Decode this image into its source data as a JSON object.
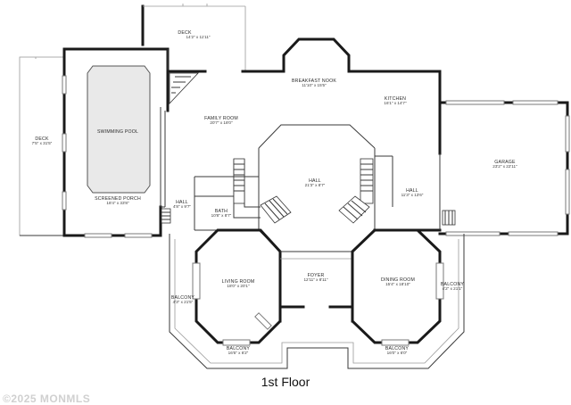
{
  "floor_title": "1st Floor",
  "watermark": "©2025 MONMLS",
  "rooms": [
    {
      "id": "deck-top",
      "name": "DECK",
      "dims": "14'2\" x 11'11\""
    },
    {
      "id": "breakfast-nook",
      "name": "BREAKFAST NOOK",
      "dims": "11'10\" x 15'5\""
    },
    {
      "id": "kitchen",
      "name": "KITCHEN",
      "dims": "16'1\" x 14'7\""
    },
    {
      "id": "family-room",
      "name": "FAMILY ROOM",
      "dims": "20'7\" x 18'0\""
    },
    {
      "id": "swimming-pool",
      "name": "SWIMMING POOL",
      "dims": ""
    },
    {
      "id": "deck-left",
      "name": "DECK",
      "dims": "7'5\" x 31'5\""
    },
    {
      "id": "screened-porch",
      "name": "SCREENED PORCH",
      "dims": "18'4\" x 33'8\""
    },
    {
      "id": "hall-center",
      "name": "HALL",
      "dims": "21'3\" x 8'7\""
    },
    {
      "id": "hall-right",
      "name": "HALL",
      "dims": "11'3\" x 13'6\""
    },
    {
      "id": "garage",
      "name": "GARAGE",
      "dims": "23'2\" x 22'11\""
    },
    {
      "id": "hall-left",
      "name": "HALL",
      "dims": "4'8\" x 9'7\""
    },
    {
      "id": "bath",
      "name": "BATH",
      "dims": "10'8\" x 8'7\""
    },
    {
      "id": "foyer",
      "name": "FOYER",
      "dims": "12'11\" x 8'11\""
    },
    {
      "id": "living-room",
      "name": "LIVING ROOM",
      "dims": "18'0\" x 20'1\""
    },
    {
      "id": "dining-room",
      "name": "DINING ROOM",
      "dims": "15'4\" x 18'10\""
    },
    {
      "id": "balcony-left",
      "name": "BALCONY",
      "dims": "4'3\" x 21'5\""
    },
    {
      "id": "balcony-right",
      "name": "BALCONY",
      "dims": "4'2\" x 21'1\""
    },
    {
      "id": "balcony-bottom-left",
      "name": "BALCONY",
      "dims": "16'6\" x 6'2\""
    },
    {
      "id": "balcony-bottom-right",
      "name": "BALCONY",
      "dims": "16'0\" x 6'0\""
    }
  ]
}
